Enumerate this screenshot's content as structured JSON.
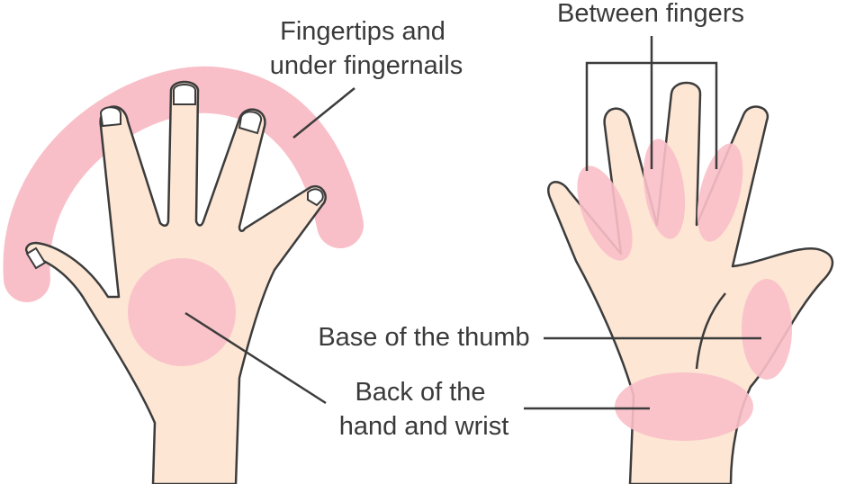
{
  "colors": {
    "skin": "#fde6d4",
    "highlight": "#f9bfc8",
    "outline": "#3c3c3c",
    "nail": "#ffffff",
    "text": "#3a3a3a"
  },
  "labels": {
    "fingertips_line1": "Fingertips and",
    "fingertips_line2": "under fingernails",
    "between_fingers": "Between fingers",
    "base_of_thumb": "Base of the thumb",
    "back_line1": "Back of the",
    "back_line2": "hand and wrist"
  }
}
